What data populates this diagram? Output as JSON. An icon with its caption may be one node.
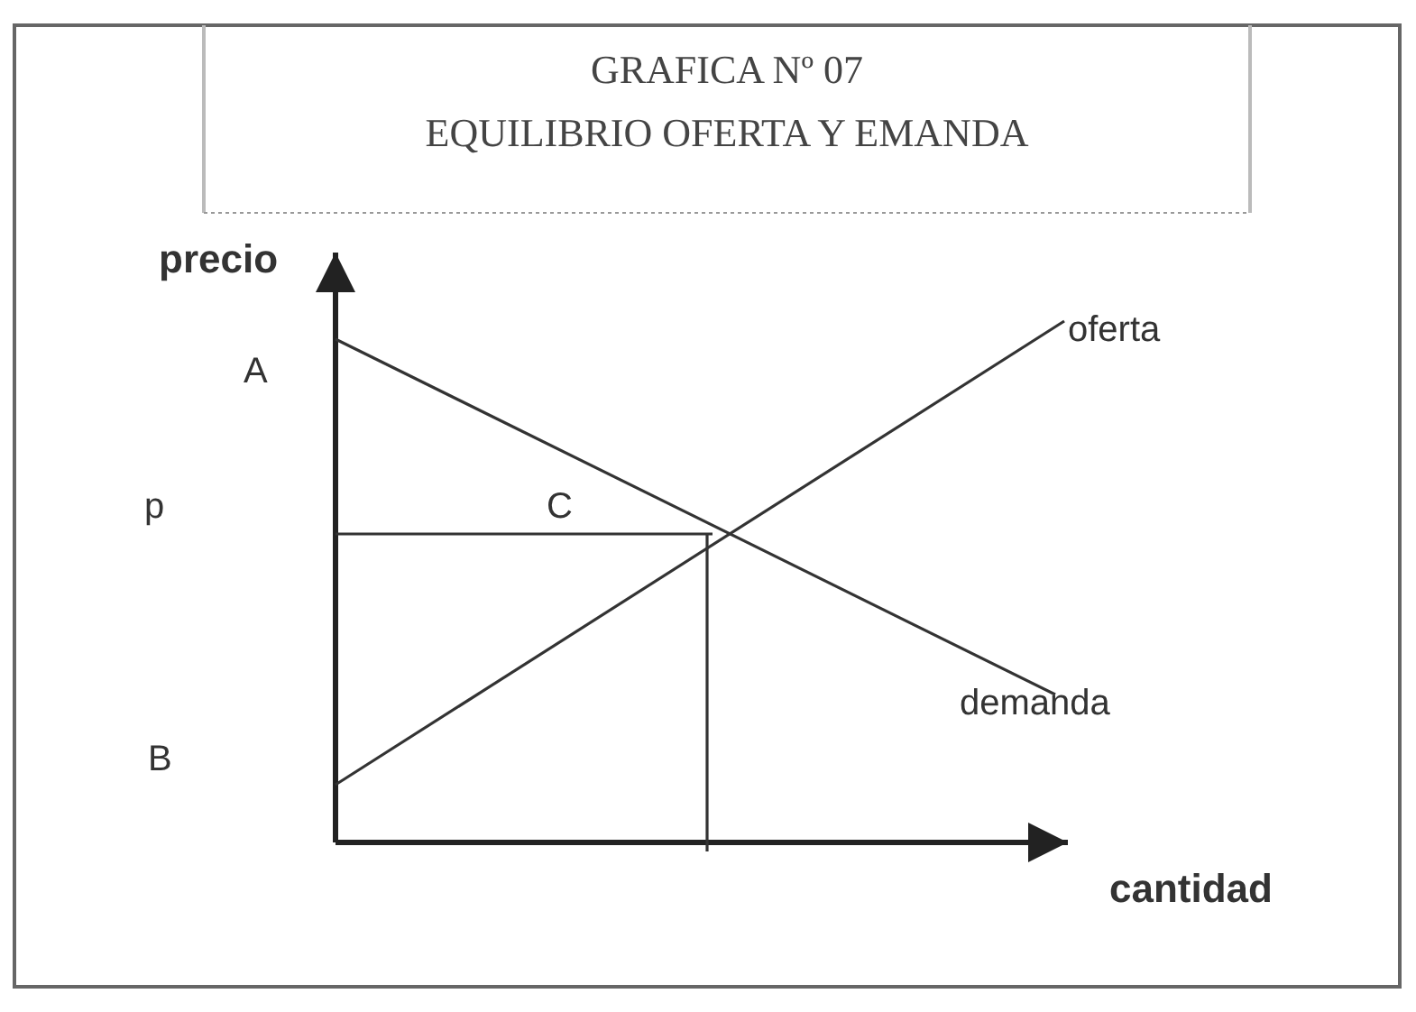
{
  "diagram": {
    "nodes": [
      {
        "text": [
          "GRAFICA Nº 07",
          "EQUILIBRIO OFERTA Y EMANDA"
        ]
      }
    ],
    "labels": [
      "precio",
      "A",
      "oferta",
      "p",
      "C",
      "demanda",
      "B",
      "cantidad"
    ]
  }
}
